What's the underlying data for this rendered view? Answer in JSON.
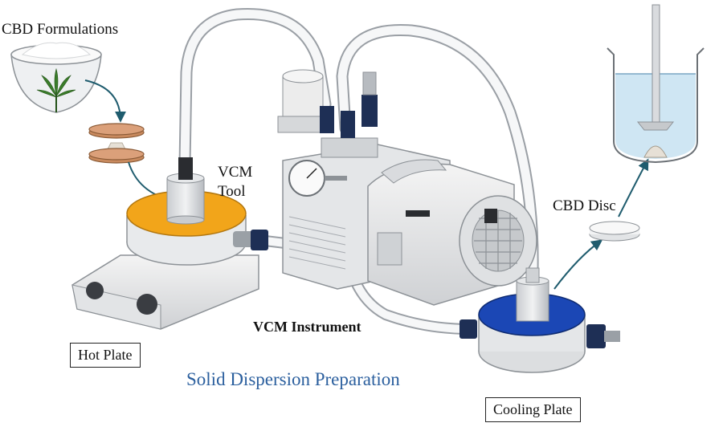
{
  "labels": {
    "cbd_formulations": "CBD Formulations",
    "vcm_tool": "VCM Tool",
    "cbd_disc": "CBD Disc",
    "vcm_instrument": "VCM Instrument",
    "hot_plate": "Hot Plate",
    "cooling_plate": "Cooling Plate",
    "title": "Solid Dispersion Preparation"
  },
  "colors": {
    "title_blue": "#2b5f9e",
    "arrow_teal": "#1f5c6e",
    "heater_orange": "#f2a51a",
    "cooler_blue": "#1b47b5",
    "fitting_navy": "#1e2f55",
    "disc_copper": "#c98a5e",
    "cannabis_green": "#3a7d2a",
    "water_blue": "#cfe6f3"
  }
}
